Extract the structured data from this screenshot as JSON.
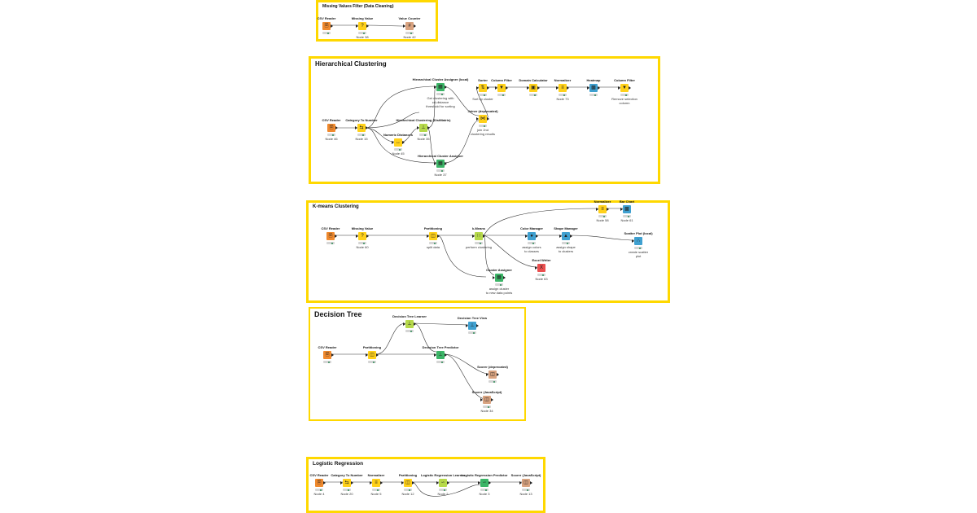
{
  "canvas": {
    "background": "#ffffff",
    "annotation_color": "#ffd800"
  },
  "sections": [
    {
      "id": "mvf",
      "title": "Missing Values Filter (Data Cleaning)"
    },
    {
      "id": "hc",
      "title": "Hierarchical Clustering"
    },
    {
      "id": "km",
      "title": "K-means Clustering"
    },
    {
      "id": "dt",
      "title": "Decision Tree"
    },
    {
      "id": "lr",
      "title": "Logistic Regression"
    }
  ],
  "nodes": [
    {
      "id": "mvf_csv",
      "name": "CSV Reader",
      "label": "",
      "icon": "file-icon",
      "color": "orange"
    },
    {
      "id": "mvf_mv",
      "name": "Missing Value",
      "label": "Node 38",
      "icon": "question-icon",
      "color": "yellow"
    },
    {
      "id": "mvf_vc",
      "name": "Value Counter",
      "label": "Node 42",
      "icon": "counter-icon",
      "color": "tan"
    },
    {
      "id": "hc_csv",
      "name": "CSV Reader",
      "label": "Node 46",
      "icon": "file-icon",
      "color": "orange"
    },
    {
      "id": "hc_c2n",
      "name": "Category To Number",
      "label": "Node 15",
      "icon": "convert-icon",
      "color": "yellow"
    },
    {
      "id": "hc_nd",
      "name": "Numeric Distances",
      "label": "Node 45",
      "icon": "distance-icon",
      "color": "yellow"
    },
    {
      "id": "hc_hcdm",
      "name": "Hierarchical Clustering (DistMatrix)",
      "label": "Node 35",
      "icon": "dendrogram-icon",
      "color": "lime"
    },
    {
      "id": "hc_hcal",
      "name": "Hierarchical Cluster Assigner (local)",
      "label": "Get clustering with\ncd-distance\nthreshold for sorting",
      "icon": "assign-icon",
      "color": "green"
    },
    {
      "id": "hc_hca",
      "name": "Hierarchical Cluster Assigner",
      "label": "Node 37",
      "icon": "assign-icon",
      "color": "green"
    },
    {
      "id": "hc_joiner",
      "name": "Joiner (deprecated)",
      "label": "join 2nd\nclustering results",
      "icon": "join-icon",
      "color": "yellow"
    },
    {
      "id": "hc_sorter",
      "name": "Sorter",
      "label": "Sort by cluster",
      "icon": "sort-icon",
      "color": "yellow"
    },
    {
      "id": "hc_cf1",
      "name": "Column Filter",
      "label": "",
      "icon": "filter-icon",
      "color": "yellow"
    },
    {
      "id": "hc_dc",
      "name": "Domain Calculator",
      "label": "",
      "icon": "domain-icon",
      "color": "yellow"
    },
    {
      "id": "hc_norm",
      "name": "Normalizer",
      "label": "Node 73",
      "icon": "normalize-icon",
      "color": "yellow"
    },
    {
      "id": "hc_heat",
      "name": "Heatmap",
      "label": "",
      "icon": "heatmap-icon",
      "color": "blue"
    },
    {
      "id": "hc_cf2",
      "name": "Column Filter",
      "label": "Remove selection\ncolumn",
      "icon": "filter-icon",
      "color": "yellow"
    },
    {
      "id": "km_csv",
      "name": "CSV Reader",
      "label": "",
      "icon": "file-icon",
      "color": "orange"
    },
    {
      "id": "km_mv",
      "name": "Missing Value",
      "label": "Node 60",
      "icon": "question-icon",
      "color": "yellow"
    },
    {
      "id": "km_part",
      "name": "Partitioning",
      "label": "split data",
      "icon": "partition-icon",
      "color": "yellow"
    },
    {
      "id": "km_kmeans",
      "name": "k-Means",
      "label": "perform clustering",
      "icon": "kmeans-icon",
      "color": "lime"
    },
    {
      "id": "km_colm",
      "name": "Color Manager",
      "label": "assign colors\nto classes",
      "icon": "color-icon",
      "color": "blue"
    },
    {
      "id": "km_shape",
      "name": "Shape Manager",
      "label": "assign shape\nto clusters",
      "icon": "shape-icon",
      "color": "blue"
    },
    {
      "id": "km_scatter",
      "name": "Scatter Plot (local)",
      "label": "create scatter\nplot",
      "icon": "scatter-icon",
      "color": "blue"
    },
    {
      "id": "km_nrow",
      "name": "Normalizer",
      "label": "Node 58",
      "icon": "normalize-icon",
      "color": "yellow"
    },
    {
      "id": "km_bar",
      "name": "Bar Chart",
      "label": "Node 61",
      "icon": "bar-chart-icon",
      "color": "blue"
    },
    {
      "id": "km_excel",
      "name": "Excel Writer",
      "label": "Node 63",
      "icon": "excel-icon",
      "color": "red"
    },
    {
      "id": "km_assign",
      "name": "Cluster Assigner",
      "label": "assign cluster\nto new data points",
      "icon": "assign-icon",
      "color": "green"
    },
    {
      "id": "dt_csv",
      "name": "CSV Reader",
      "label": "",
      "icon": "file-icon",
      "color": "orange"
    },
    {
      "id": "dt_part",
      "name": "Partitioning",
      "label": "",
      "icon": "partition-icon",
      "color": "yellow"
    },
    {
      "id": "dt_learn",
      "name": "Decision Tree Learner",
      "label": "",
      "icon": "tree-icon",
      "color": "lime"
    },
    {
      "id": "dt_view",
      "name": "Decision Tree View",
      "label": "",
      "icon": "tree-view-icon",
      "color": "blue"
    },
    {
      "id": "dt_pred",
      "name": "Decision Tree Predictor",
      "label": "",
      "icon": "predict-icon",
      "color": "green"
    },
    {
      "id": "dt_scorer",
      "name": "Scorer (deprecated)",
      "label": "",
      "icon": "scorer-icon",
      "color": "tan"
    },
    {
      "id": "dt_scjs",
      "name": "Scorer (JavaScript)",
      "label": "Node 34",
      "icon": "scorer-icon",
      "color": "tan"
    },
    {
      "id": "lr_csv",
      "name": "CSV Reader",
      "label": "Node 4",
      "icon": "file-icon",
      "color": "orange"
    },
    {
      "id": "lr_c2n",
      "name": "Category To Number",
      "label": "Node 20",
      "icon": "convert-icon",
      "color": "yellow"
    },
    {
      "id": "lr_norm",
      "name": "Normalizer",
      "label": "Node 5",
      "icon": "normalize-icon",
      "color": "yellow"
    },
    {
      "id": "lr_part",
      "name": "Partitioning",
      "label": "Node 12",
      "icon": "partition-icon",
      "color": "yellow"
    },
    {
      "id": "lr_learn",
      "name": "Logistic Regression Learner",
      "label": "Node 2",
      "icon": "learner-icon",
      "color": "lime"
    },
    {
      "id": "lr_pred",
      "name": "Logistic Regression Predictor",
      "label": "Node 3",
      "icon": "predict-icon",
      "color": "green"
    },
    {
      "id": "lr_scjs",
      "name": "Scorer (JavaScript)",
      "label": "Node 13",
      "icon": "scorer-icon",
      "color": "tan"
    }
  ]
}
